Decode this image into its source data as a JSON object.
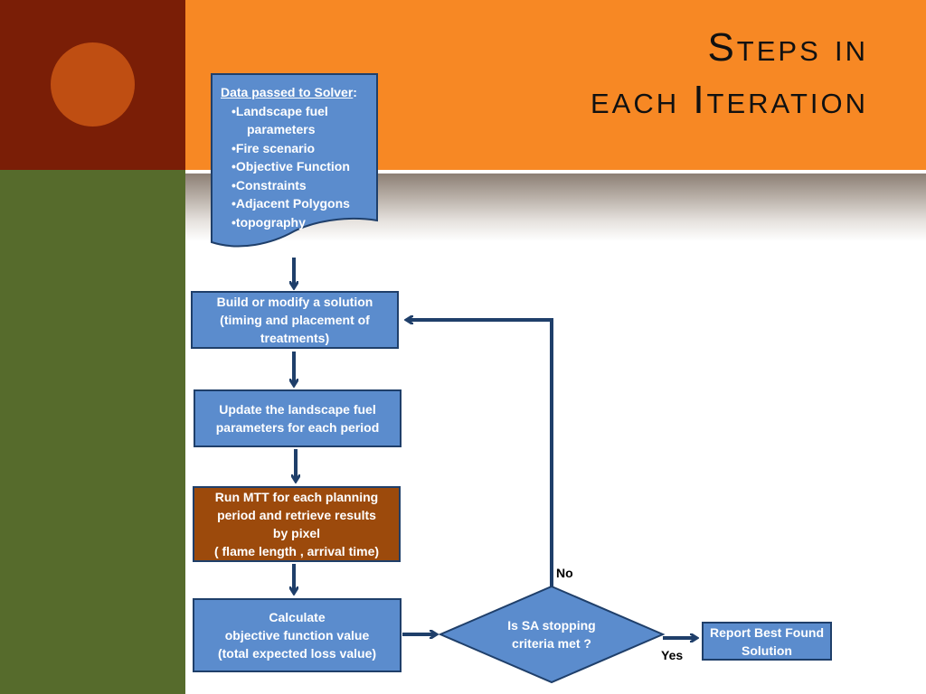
{
  "title": {
    "line1": "Steps in",
    "line2": "each Iteration"
  },
  "doc": {
    "heading": "Data passed to Solver",
    "heading_suffix": ":",
    "items": [
      {
        "line1": "•Landscape fuel",
        "line2": "parameters"
      },
      {
        "line1": "•Fire scenario"
      },
      {
        "line1": "•Objective Function"
      },
      {
        "line1": "•Constraints"
      },
      {
        "line1": "•Adjacent Polygons"
      },
      {
        "line1": "•topography"
      }
    ]
  },
  "steps": {
    "build": {
      "lines": [
        "Build or modify a solution",
        "(timing and placement of",
        "treatments)"
      ]
    },
    "update": {
      "lines": [
        "Update the landscape fuel",
        "parameters for each period"
      ]
    },
    "run": {
      "lines": [
        "Run MTT for each planning",
        "period and retrieve results",
        "by pixel",
        "( flame length , arrival time)"
      ]
    },
    "calc": {
      "lines": [
        "Calculate",
        "objective function value",
        "(total expected loss value)"
      ]
    },
    "report": {
      "lines": [
        "Report Best Found",
        "Solution"
      ]
    }
  },
  "decision": {
    "lines": [
      "Is SA stopping",
      "criteria met ?"
    ]
  },
  "labels": {
    "no": "No",
    "yes": "Yes"
  },
  "colors": {
    "left_top": "#7a1e06",
    "left_bottom": "#566b2c",
    "accent_circle": "#bf4e12",
    "header": "#f78824",
    "box_fill": "#5b8ccd",
    "box_border": "#1f3f6a",
    "highlight_box": "#9c4a0c",
    "arrow": "#1f3f6a"
  }
}
